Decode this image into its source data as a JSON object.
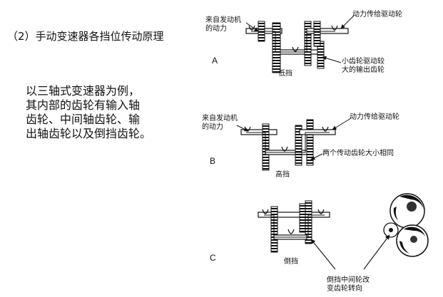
{
  "heading": "（2）手动变速器各挡位传动原理",
  "intro_lines": [
    "以三轴式变速器为例，",
    "其内部的齿轮有输入轴",
    "齿轮、中间轴齿轮、输",
    "出轴齿轮以及倒挡齿轮。"
  ],
  "panel_a": {
    "letter": "A",
    "input_label": [
      "来自发动机",
      "的动力"
    ],
    "output_label": "动力传给驱动轮",
    "note_label": [
      "小齿轮驱动较",
      "大的输出齿轮"
    ],
    "gear_label": "低挡"
  },
  "panel_b": {
    "letter": "B",
    "input_label": [
      "来自发动机",
      "的动力"
    ],
    "output_label": "动力传给驱动轮",
    "note_label": "两个传动齿轮大小相同",
    "gear_label": "高挡"
  },
  "panel_c": {
    "letter": "C",
    "gear_label": "倒挡",
    "note_label": [
      "倒挡中间轮改",
      "变齿轮转向"
    ]
  }
}
